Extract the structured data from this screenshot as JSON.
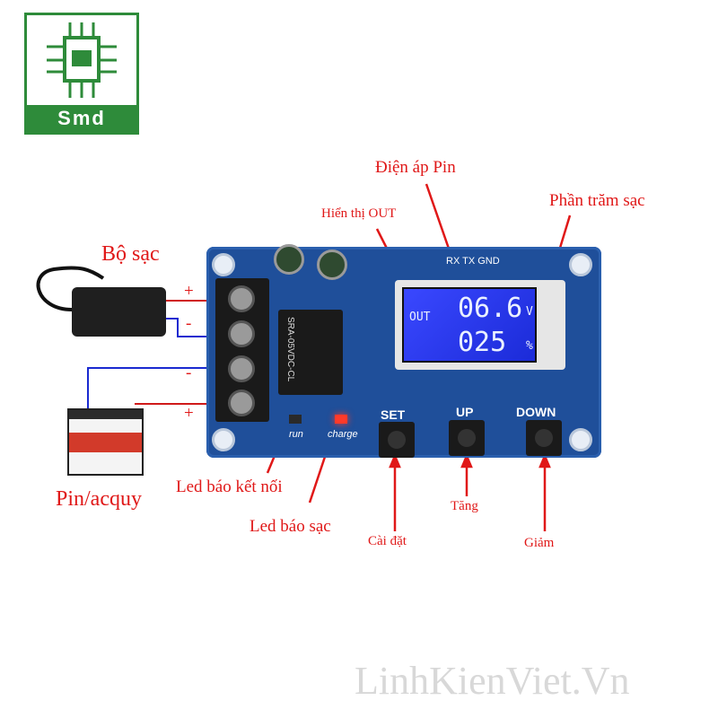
{
  "logo": {
    "text": "Smd"
  },
  "annotations": {
    "bo_sac": "Bộ sạc",
    "pin_acquy": "Pin/acquy",
    "hien_thi_out": "Hiển thị OUT",
    "dien_ap_pin": "Điện áp Pin",
    "phan_tram_sac": "Phần trăm sạc",
    "led_ket_noi": "Led  báo kết nối",
    "led_bao_sac": "Led báo sạc",
    "cai_dat": "Cài đặt",
    "tang": "Tăng",
    "giam": "Giảm"
  },
  "board": {
    "header_label": "RX TX GND",
    "relay_label": "SRA-05VDC-CL",
    "led_run": "run",
    "led_charge": "charge",
    "buttons": {
      "set": "SET",
      "up": "UP",
      "down": "DOWN"
    },
    "lcd": {
      "out": "OUT",
      "voltage": "06.6",
      "voltage_unit": "V",
      "percent": "025",
      "percent_unit": "%"
    }
  },
  "signs": {
    "plus": "+",
    "minus": "-"
  },
  "watermark": "LinhKienViet.Vn",
  "colors": {
    "annotation": "#e01818",
    "board": "#1f4f9a",
    "lcd": "#2f3de0",
    "logo": "#2e8b3a"
  }
}
